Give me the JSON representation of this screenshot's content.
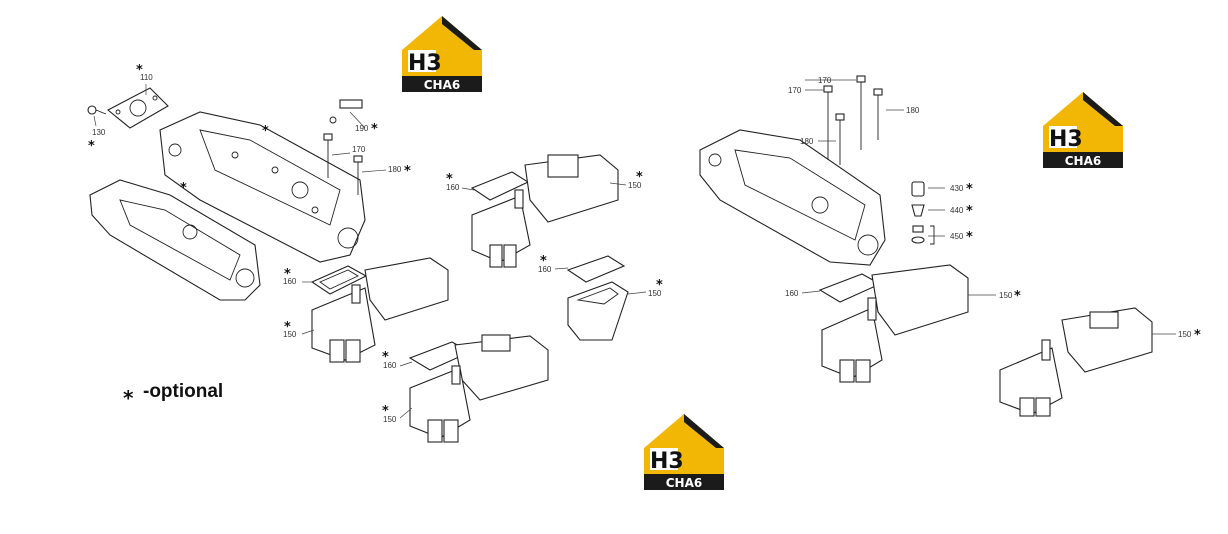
{
  "brand": {
    "logo_text": "H3",
    "logo_subtext": "CHA6",
    "colors": {
      "yellow": "#f2b705",
      "dark": "#1b1b1b"
    }
  },
  "legend": {
    "symbol": "*",
    "text": "-optional"
  },
  "labels": {
    "l110": "110",
    "l130": "130",
    "l170a": "170",
    "l180a": "180",
    "l190": "190",
    "l160a": "160",
    "l150a": "150",
    "l160b": "160",
    "l150b": "150",
    "l160c": "160",
    "l150c": "150",
    "l160d": "160",
    "l150d": "150",
    "l170b": "170",
    "l170c": "170",
    "l180b": "180",
    "l180c": "180",
    "l430": "430",
    "l440": "440",
    "l450": "450",
    "l160e": "160",
    "l150e": "150",
    "l150f": "150"
  },
  "optional_marker": "*"
}
